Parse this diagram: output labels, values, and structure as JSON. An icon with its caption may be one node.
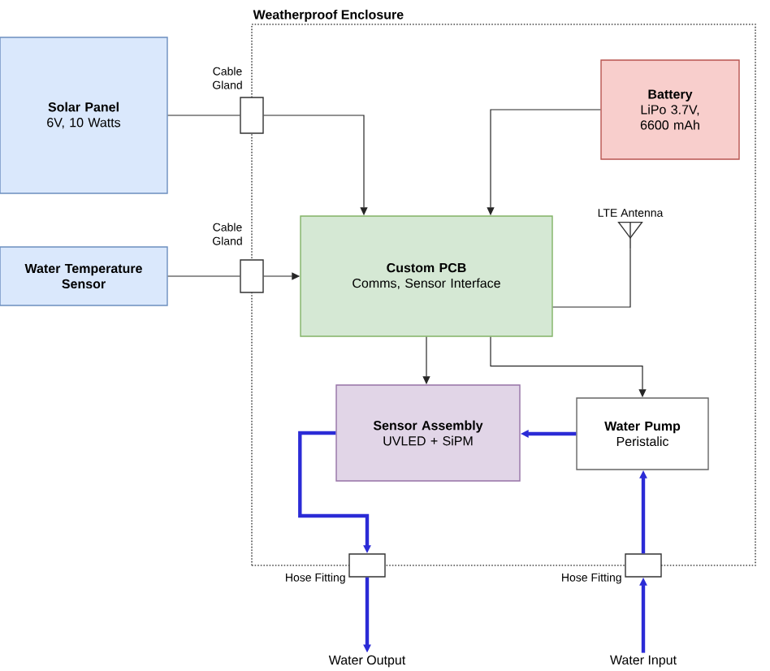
{
  "diagram": {
    "nodes": [
      {
        "text": [
          "Weatherproof Enclosure"
        ]
      },
      {
        "text": [
          "Solar Panel",
          "6V, 10 Watts"
        ]
      },
      {
        "text": [
          "Water Temperature Sensor"
        ]
      },
      {
        "text": [
          "Battery",
          "LiPo 3.7V, 6600 mAh"
        ],
        "in": 0
      },
      {
        "text": [
          "Custom PCB",
          "Comms, Sensor Interface"
        ],
        "in": 0
      },
      {
        "text": [
          "Sensor Assembly",
          "UVLED + SiPM"
        ],
        "in": 0
      },
      {
        "text": [
          "Water Pump",
          "Peristalic"
        ],
        "in": 0
      },
      {
        "text": [],
        "shape": "box",
        "beside": [
          "Cable Gland"
        ]
      },
      {
        "text": [],
        "shape": "box",
        "beside": [
          "Cable Gland"
        ]
      },
      {
        "text": [],
        "shape": "antenna",
        "beside": [
          "LTE Antenna"
        ],
        "in": 0
      },
      {
        "text": [],
        "shape": "box",
        "beside": [
          "Hose Fitting"
        ]
      },
      {
        "text": [],
        "shape": "box",
        "beside": [
          "Hose Fitting"
        ]
      },
      {
        "text": [
          "Water Output"
        ]
      },
      {
        "text": [
          "Water Input"
        ]
      }
    ],
    "edges": [
      {
        "from": 1,
        "to": 7,
        "arrow": "none"
      },
      {
        "from": 7,
        "to": 4,
        "arrow": "to"
      },
      {
        "from": 2,
        "to": 8,
        "arrow": "none"
      },
      {
        "from": 8,
        "to": 4,
        "arrow": "to"
      },
      {
        "from": 3,
        "to": 4,
        "arrow": "to"
      },
      {
        "from": 4,
        "to": 9,
        "arrow": "none"
      },
      {
        "from": 4,
        "to": 5,
        "arrow": "to"
      },
      {
        "from": 4,
        "to": 6,
        "arrow": "to"
      },
      {
        "from": 6,
        "to": 5,
        "arrow": "to",
        "style": "thick",
        "color": "#2b2bd6"
      },
      {
        "from": 5,
        "to": 10,
        "arrow": "to",
        "style": "thick",
        "color": "#2b2bd6"
      },
      {
        "from": 10,
        "to": 12,
        "arrow": "to",
        "style": "thick",
        "color": "#2b2bd6"
      },
      {
        "from": 13,
        "to": 11,
        "arrow": "to",
        "style": "thick",
        "color": "#2b2bd6"
      },
      {
        "from": 11,
        "to": 6,
        "arrow": "to",
        "style": "thick",
        "color": "#2b2bd6"
      }
    ]
  }
}
